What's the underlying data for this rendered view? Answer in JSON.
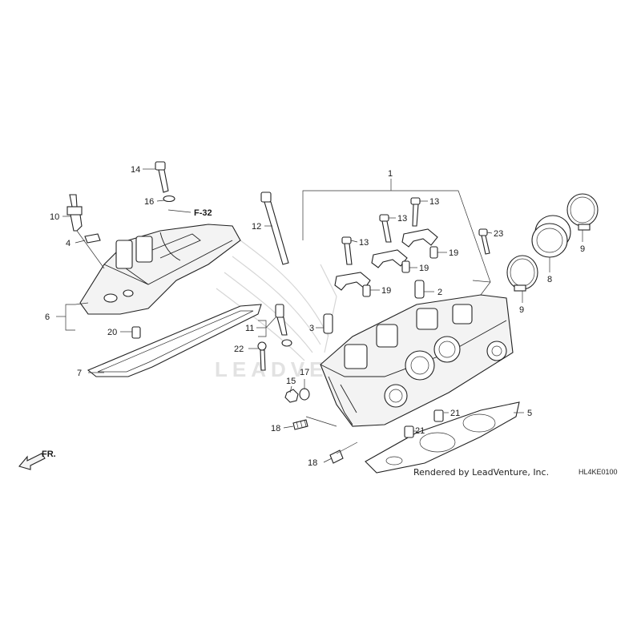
{
  "diagram": {
    "callouts": [
      {
        "id": "c1",
        "text": "1"
      },
      {
        "id": "c2",
        "text": "2"
      },
      {
        "id": "c3",
        "text": "3"
      },
      {
        "id": "c4",
        "text": "4"
      },
      {
        "id": "c5",
        "text": "5"
      },
      {
        "id": "c6",
        "text": "6"
      },
      {
        "id": "c7",
        "text": "7"
      },
      {
        "id": "c8",
        "text": "8"
      },
      {
        "id": "c9a",
        "text": "9"
      },
      {
        "id": "c9b",
        "text": "9"
      },
      {
        "id": "c10",
        "text": "10"
      },
      {
        "id": "c11",
        "text": "11"
      },
      {
        "id": "c12",
        "text": "12"
      },
      {
        "id": "c13a",
        "text": "13"
      },
      {
        "id": "c13b",
        "text": "13"
      },
      {
        "id": "c13c",
        "text": "13"
      },
      {
        "id": "c14",
        "text": "14"
      },
      {
        "id": "c15",
        "text": "15"
      },
      {
        "id": "c16",
        "text": "16"
      },
      {
        "id": "c17",
        "text": "17"
      },
      {
        "id": "c18a",
        "text": "18"
      },
      {
        "id": "c18b",
        "text": "18"
      },
      {
        "id": "c19a",
        "text": "19"
      },
      {
        "id": "c19b",
        "text": "19"
      },
      {
        "id": "c19c",
        "text": "19"
      },
      {
        "id": "c20",
        "text": "20"
      },
      {
        "id": "c21a",
        "text": "21"
      },
      {
        "id": "c21b",
        "text": "21"
      },
      {
        "id": "c22",
        "text": "22"
      },
      {
        "id": "c23",
        "text": "23"
      }
    ],
    "reference": "F-32",
    "front_marker": "FR.",
    "credit": "Rendered by LeadVenture, Inc.",
    "diagram_code": "HL4KE0100",
    "watermark": "LEADVENTURE"
  }
}
